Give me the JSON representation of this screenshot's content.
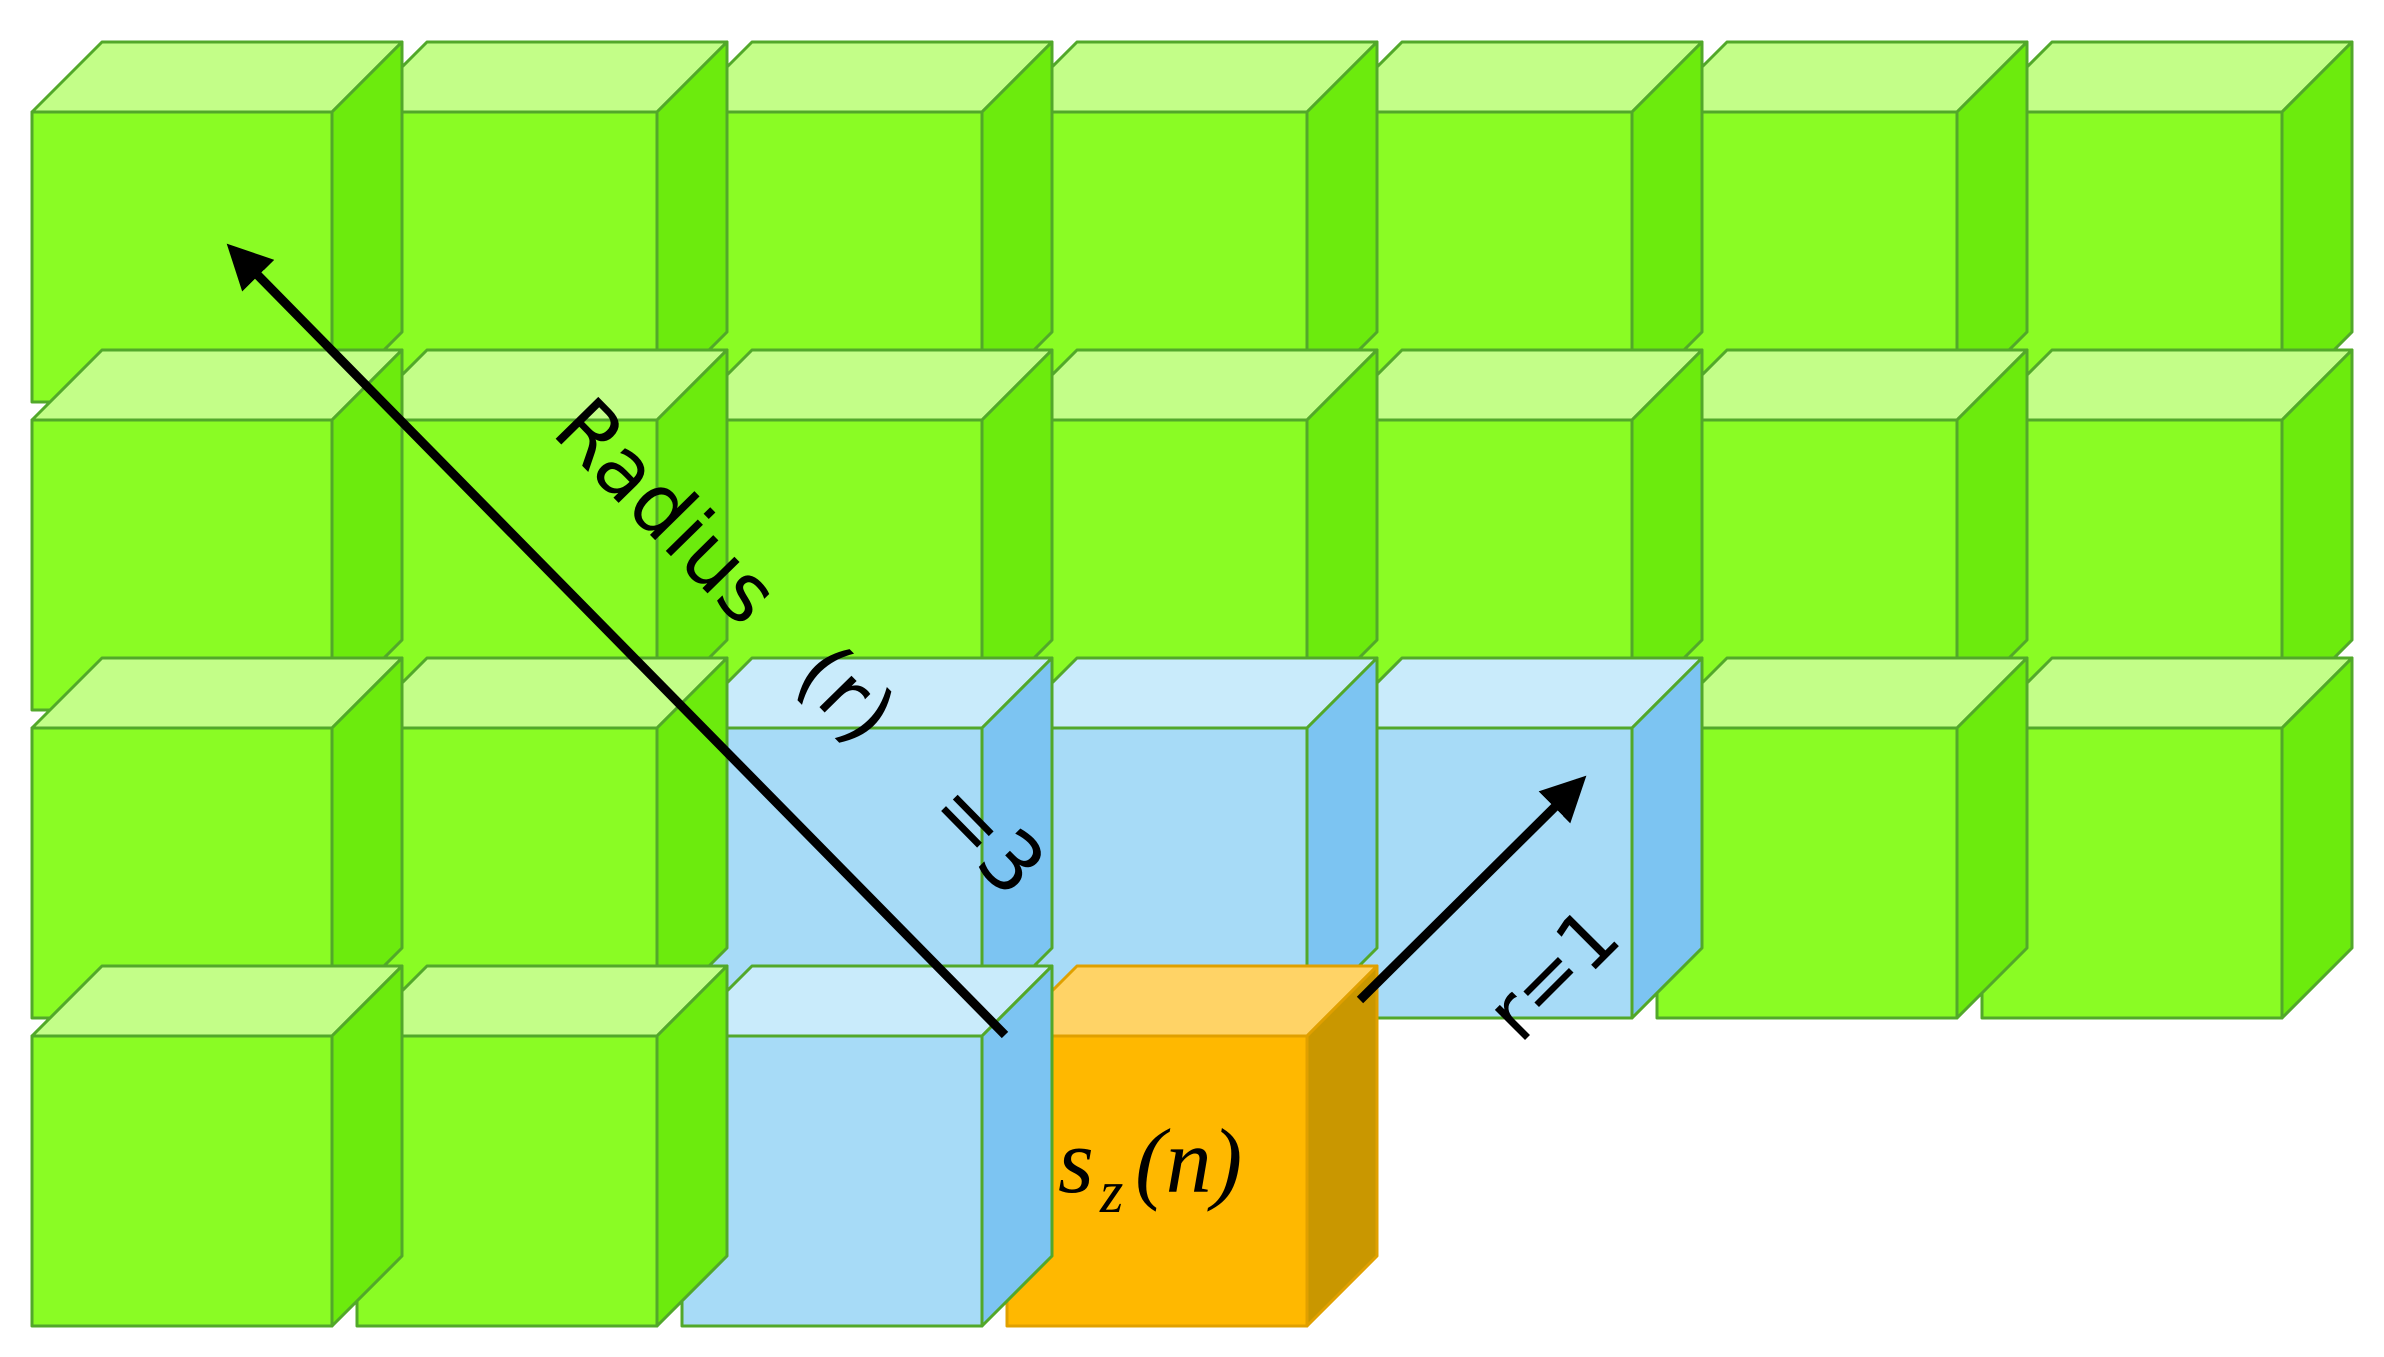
{
  "labels": {
    "radius_word": "Radius",
    "radius_paren": "(r)",
    "radius_value": "=3",
    "small_radius": "r=1",
    "sz_base": "s",
    "sz_sub": "z",
    "sz_arg": "(n)"
  },
  "grid": {
    "columns": 7,
    "rows": [
      [
        "green",
        "green",
        "green",
        "green",
        "green",
        "green",
        "green"
      ],
      [
        "green",
        "green",
        "green",
        "green",
        "green",
        "green",
        "green"
      ],
      [
        "green",
        "green",
        "blue",
        "blue",
        "blue",
        "green",
        "green"
      ],
      [
        "green",
        "green",
        "blue",
        "orange"
      ]
    ]
  },
  "colors": {
    "green": {
      "front": "#8AFC24",
      "top": "#C3FE88",
      "side": "#6CEB0D",
      "edge": "#52A82A"
    },
    "blue": {
      "front": "#A7DBF7",
      "top": "#C9EBFB",
      "side": "#7CC4F2",
      "edge": "#52A82A"
    },
    "orange": {
      "front": "#FFB800",
      "top": "#FFD366",
      "side": "#C99700",
      "edge": "#E0A000"
    },
    "arrow": "#000000"
  }
}
